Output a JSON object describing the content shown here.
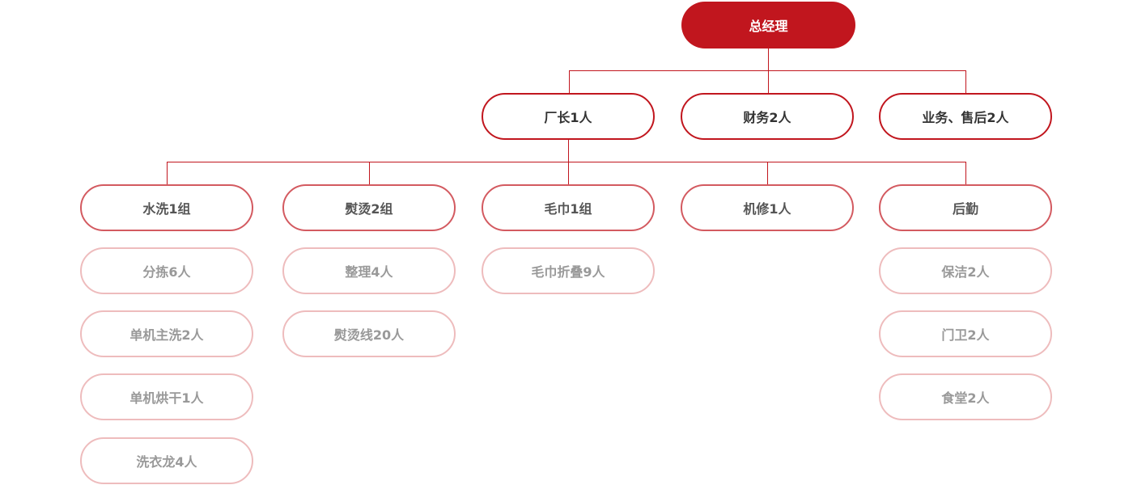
{
  "root": {
    "label": "总经理"
  },
  "level1": [
    {
      "label": "厂长1人"
    },
    {
      "label": "财务2人"
    },
    {
      "label": "业务、售后2人"
    }
  ],
  "level2": [
    {
      "label": "水洗1组",
      "children": [
        "分拣6人",
        "单机主洗2人",
        "单机烘干1人",
        "洗衣龙4人"
      ]
    },
    {
      "label": "熨烫2组",
      "children": [
        "整理4人",
        "熨烫线20人"
      ]
    },
    {
      "label": "毛巾1组",
      "children": [
        "毛巾折叠9人"
      ]
    },
    {
      "label": "机修1人",
      "children": []
    },
    {
      "label": "后勤",
      "children": [
        "保洁2人",
        "门卫2人",
        "食堂2人"
      ]
    }
  ],
  "colors": {
    "primary": "#c1161e",
    "level2_border": "#d35a60",
    "level3_border": "#eebcbd"
  }
}
